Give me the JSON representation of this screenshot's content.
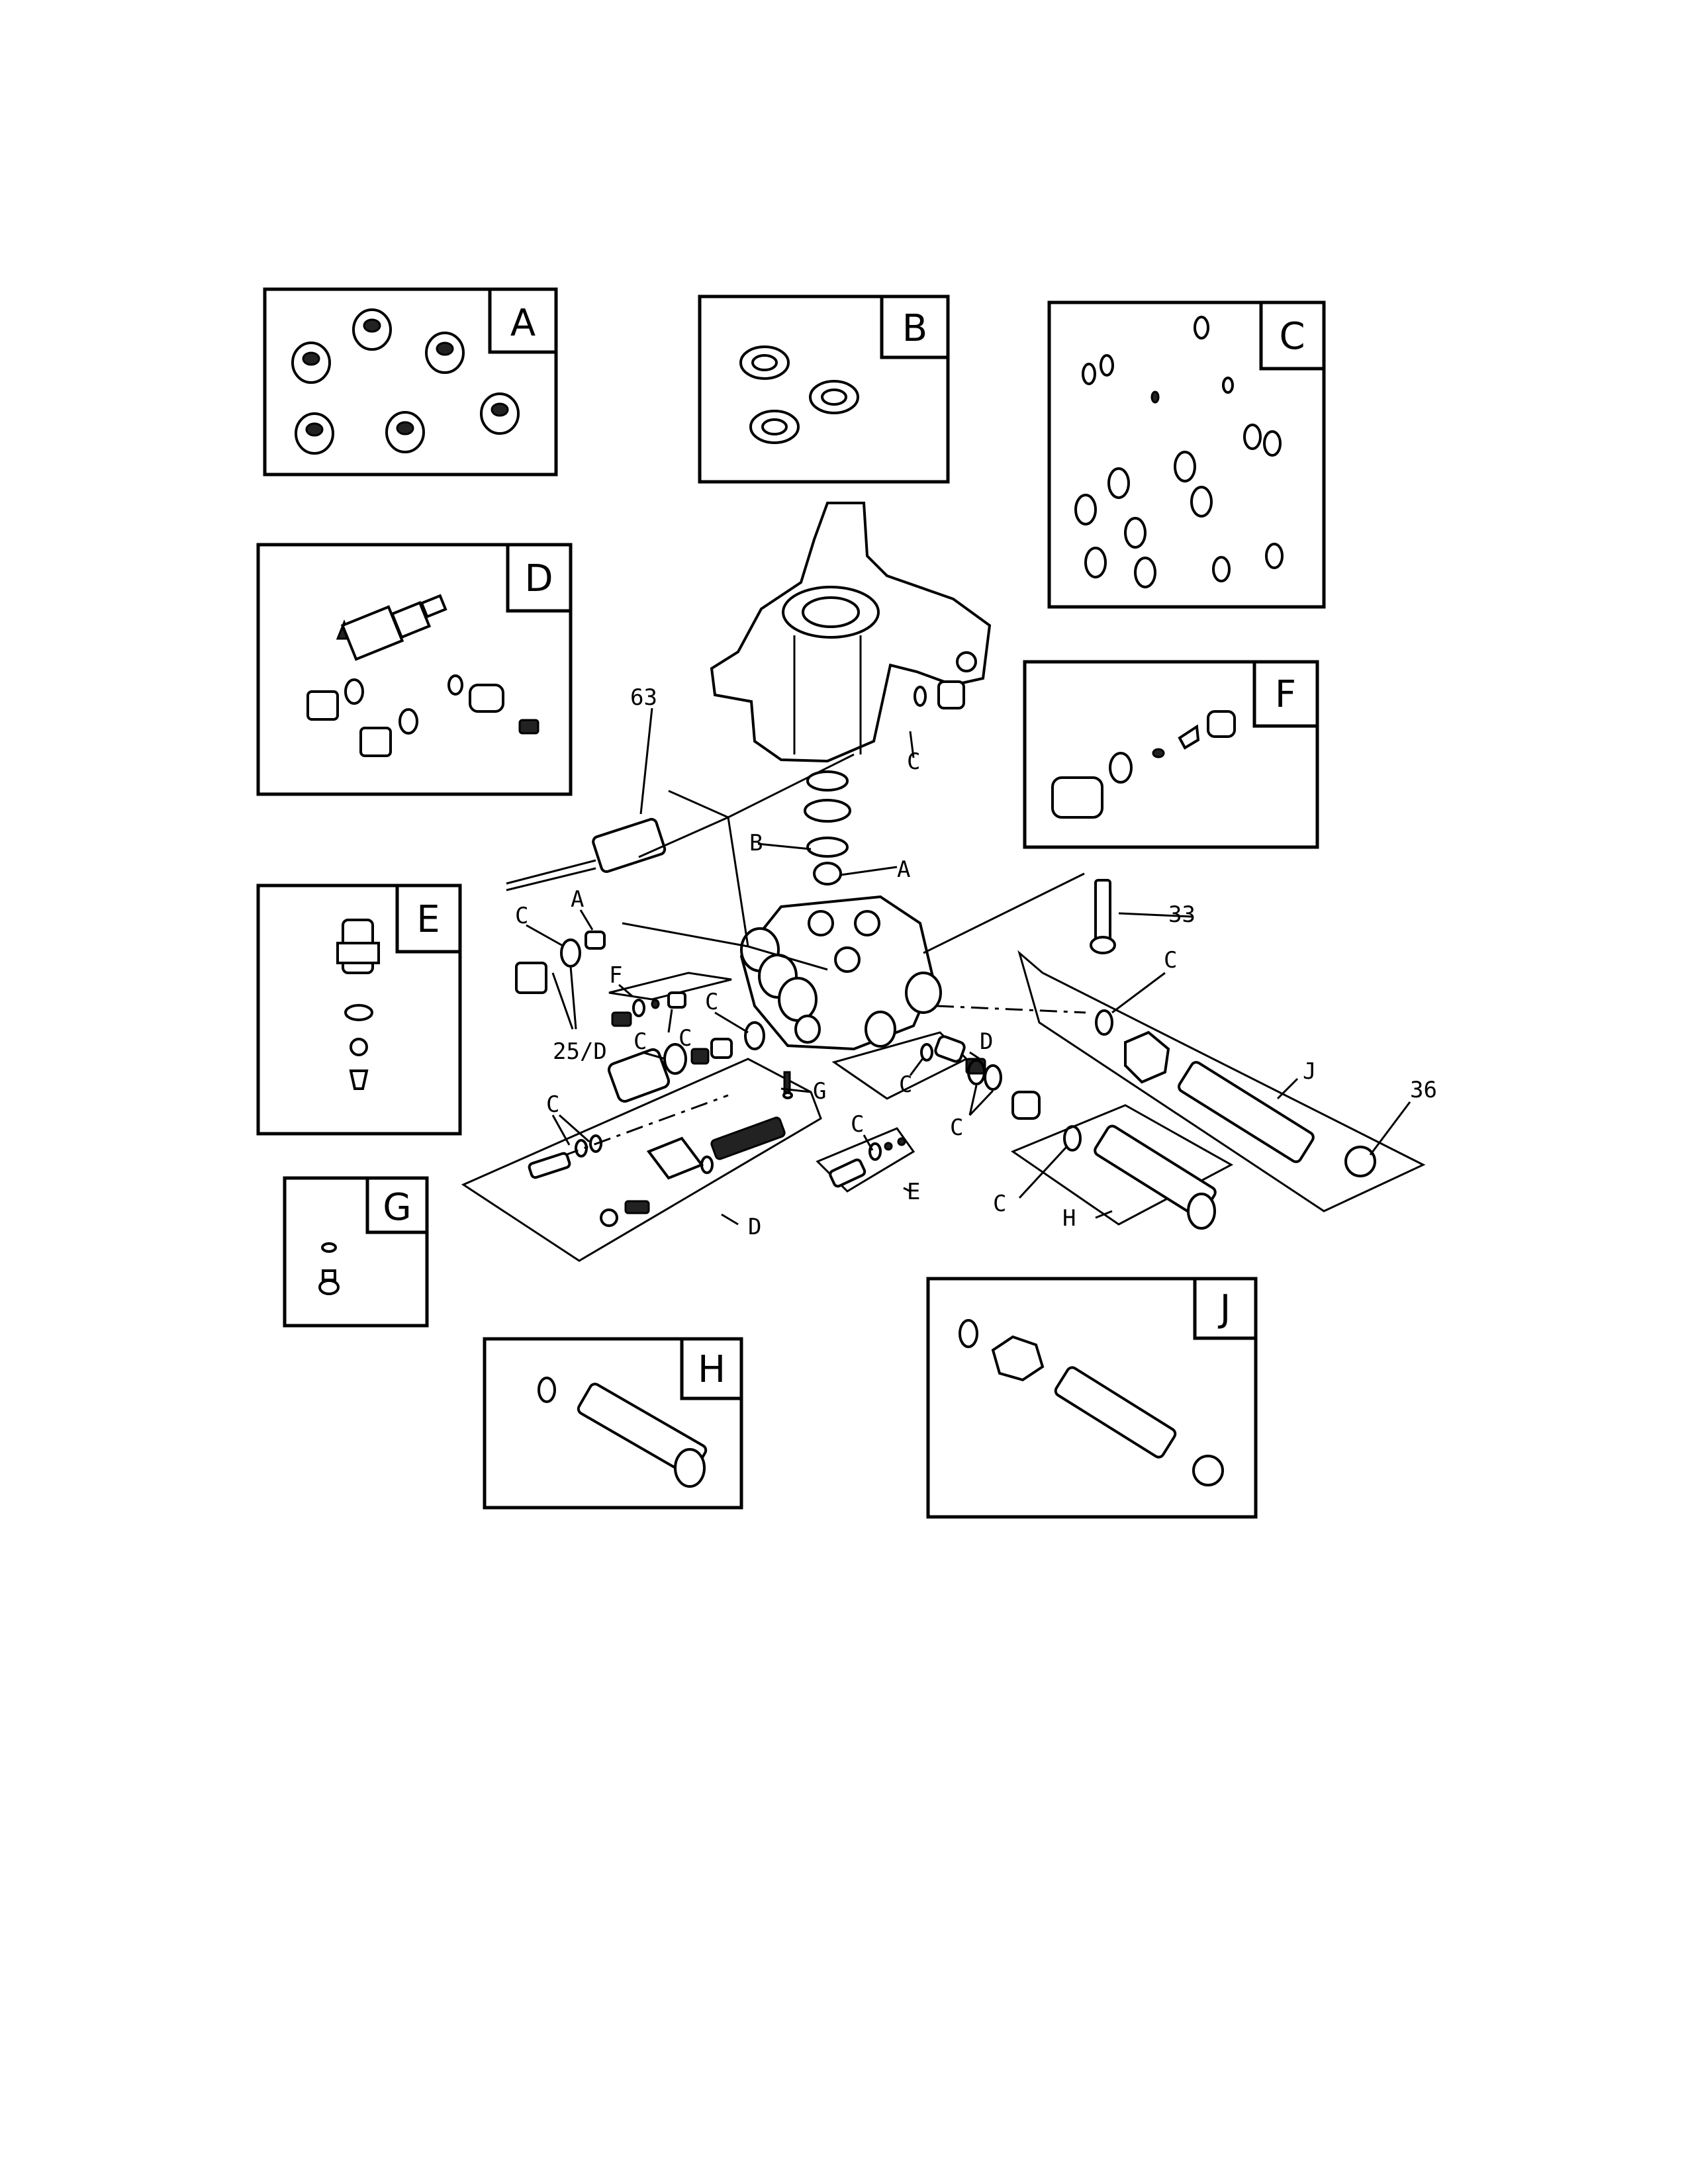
{
  "kits": {
    "A": "A",
    "B": "B",
    "C": "C",
    "D": "D",
    "E": "E",
    "F": "F",
    "G": "G",
    "H": "H",
    "J": "J"
  },
  "callouts": {
    "part_63": "63",
    "part_33": "33",
    "part_36": "36",
    "part_25d": "25/D",
    "c_head": "C",
    "b_seal": "B",
    "a_valve": "A",
    "a_left": "A",
    "c_left_top": "C",
    "f_left": "F",
    "c_f": "C",
    "c_mid1": "C",
    "c_mid2": "C",
    "g_mid": "G",
    "c_dleft": "C",
    "d_bottom": "D",
    "c_e": "C",
    "e_label": "E",
    "c_d_right1": "C",
    "d_right": "D",
    "c_d_right2": "C",
    "c_j": "C",
    "j_label": "J",
    "c_h": "C",
    "h_label": "H"
  }
}
